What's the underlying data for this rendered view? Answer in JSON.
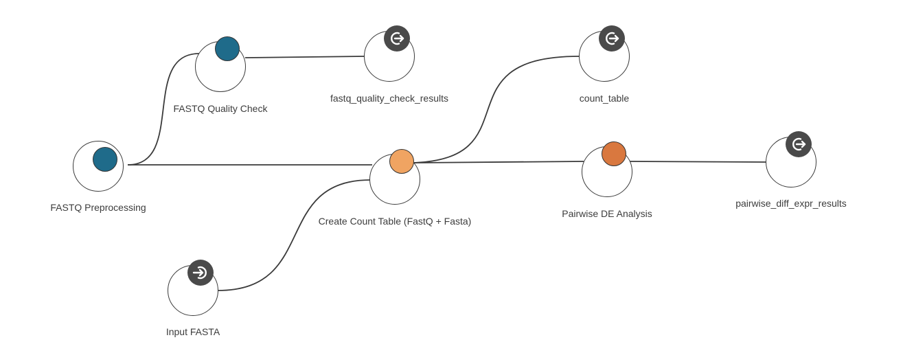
{
  "colors": {
    "preprocessing": "#1f6b8a",
    "quality_check": "#1f6b8a",
    "count_table_step": "#f0a462",
    "pairwise_de": "#d9783f",
    "io_icon": "#4a4a4a"
  },
  "nodes": {
    "fastq_preprocessing": {
      "label": "FASTQ Preprocessing",
      "kind": "step"
    },
    "fastq_quality_check": {
      "label": "FASTQ Quality Check",
      "kind": "step"
    },
    "fastq_quality_check_results": {
      "label": "fastq_quality_check_results",
      "kind": "output",
      "icon": "output-icon"
    },
    "count_table": {
      "label": "count_table",
      "kind": "output",
      "icon": "output-icon"
    },
    "create_count_table": {
      "label": "Create Count Table (FastQ + Fasta)",
      "kind": "step"
    },
    "pairwise_de_analysis": {
      "label": "Pairwise DE Analysis",
      "kind": "step"
    },
    "pairwise_diff_expr_results": {
      "label": "pairwise_diff_expr_results",
      "kind": "output",
      "icon": "output-icon"
    },
    "input_fasta": {
      "label": "Input FASTA",
      "kind": "input",
      "icon": "input-icon"
    }
  }
}
